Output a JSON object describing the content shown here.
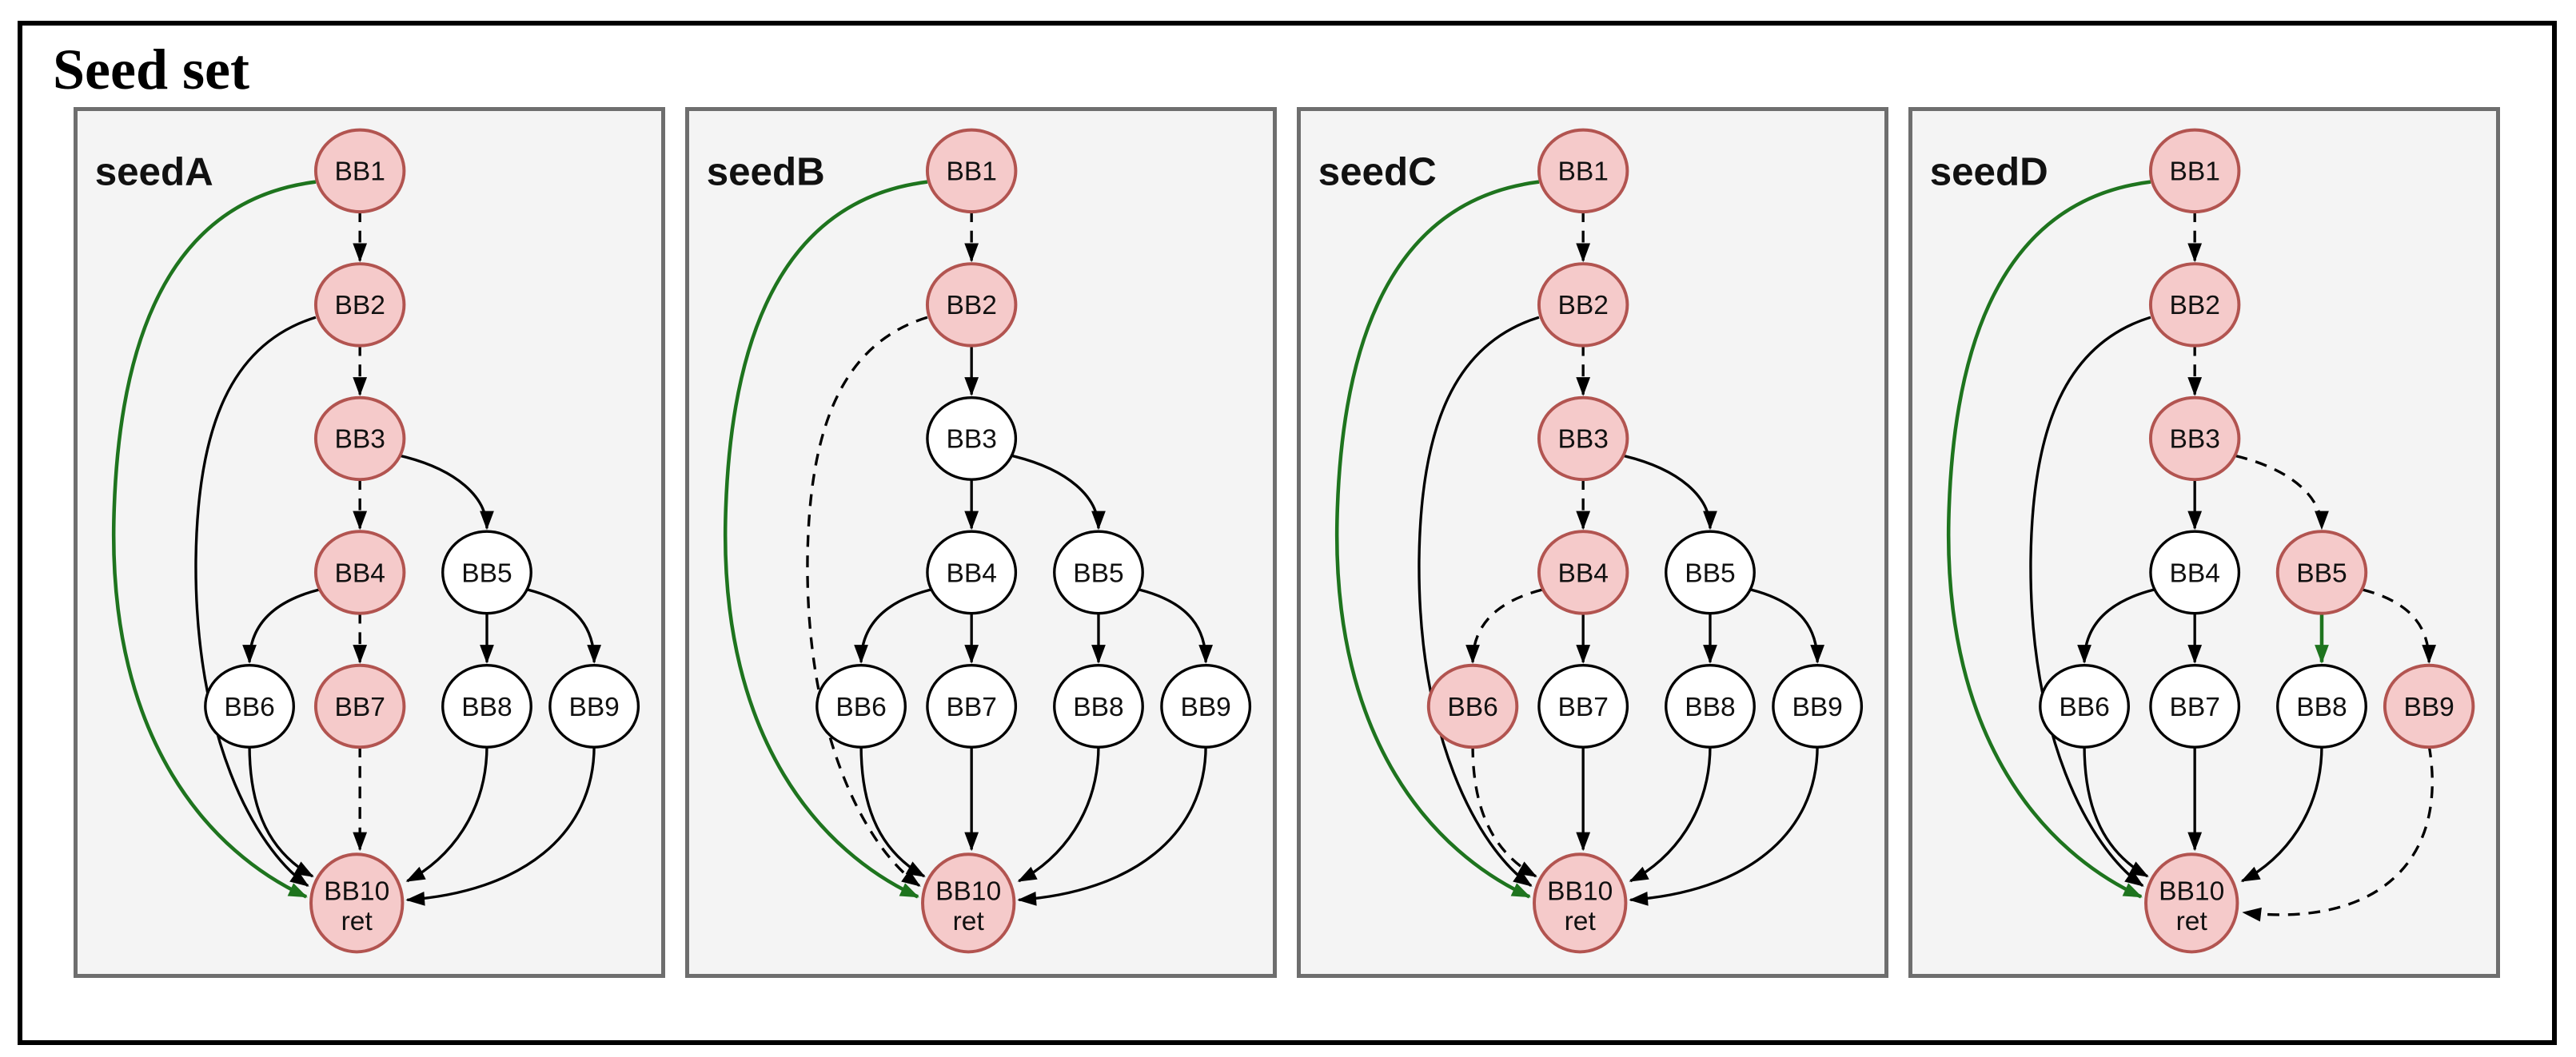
{
  "title": "Seed set",
  "colors": {
    "page_background": "#ffffff",
    "outer_border": "#000000",
    "panel_background": "#f4f4f4",
    "panel_border": "#6e6e6e",
    "seed_node_fill": "#f5caca",
    "seed_node_stroke": "#b25450",
    "plain_node_fill": "#ffffff",
    "plain_node_stroke": "#000000",
    "edge_black": "#000000",
    "edge_green": "#1e741e",
    "label_color": "#111111"
  },
  "graph": {
    "node_ids": [
      "BB1",
      "BB2",
      "BB3",
      "BB4",
      "BB5",
      "BB6",
      "BB7",
      "BB8",
      "BB9"
    ],
    "exit_node_id": "BB10",
    "exit_node_lines": [
      "BB10",
      "ret"
    ]
  },
  "panels": [
    {
      "label": "seedA",
      "seed_nodes": [
        "BB1",
        "BB2",
        "BB3",
        "BB4",
        "BB7",
        "BB10"
      ],
      "edges": [
        {
          "from": "BB1",
          "to": "BB2",
          "style": "dashed",
          "color": "black"
        },
        {
          "from": "BB2",
          "to": "BB3",
          "style": "dashed",
          "color": "black"
        },
        {
          "from": "BB3",
          "to": "BB4",
          "style": "dashed",
          "color": "black"
        },
        {
          "from": "BB3",
          "to": "BB5",
          "style": "solid",
          "color": "black"
        },
        {
          "from": "BB4",
          "to": "BB6",
          "style": "solid",
          "color": "black"
        },
        {
          "from": "BB4",
          "to": "BB7",
          "style": "dashed",
          "color": "black"
        },
        {
          "from": "BB5",
          "to": "BB8",
          "style": "solid",
          "color": "black"
        },
        {
          "from": "BB5",
          "to": "BB9",
          "style": "solid",
          "color": "black"
        },
        {
          "from": "BB6",
          "to": "BB10",
          "style": "solid",
          "color": "black"
        },
        {
          "from": "BB7",
          "to": "BB10",
          "style": "dashed",
          "color": "black"
        },
        {
          "from": "BB8",
          "to": "BB10",
          "style": "solid",
          "color": "black"
        },
        {
          "from": "BB9",
          "to": "BB10",
          "style": "solid",
          "color": "black"
        },
        {
          "from": "BB2",
          "to": "BB10",
          "style": "solid",
          "color": "black"
        },
        {
          "from": "BB1",
          "to": "BB10",
          "style": "solid",
          "color": "green"
        }
      ]
    },
    {
      "label": "seedB",
      "seed_nodes": [
        "BB1",
        "BB2",
        "BB10"
      ],
      "edges": [
        {
          "from": "BB1",
          "to": "BB2",
          "style": "dashed",
          "color": "black"
        },
        {
          "from": "BB2",
          "to": "BB3",
          "style": "solid",
          "color": "black"
        },
        {
          "from": "BB3",
          "to": "BB4",
          "style": "solid",
          "color": "black"
        },
        {
          "from": "BB3",
          "to": "BB5",
          "style": "solid",
          "color": "black"
        },
        {
          "from": "BB4",
          "to": "BB6",
          "style": "solid",
          "color": "black"
        },
        {
          "from": "BB4",
          "to": "BB7",
          "style": "solid",
          "color": "black"
        },
        {
          "from": "BB5",
          "to": "BB8",
          "style": "solid",
          "color": "black"
        },
        {
          "from": "BB5",
          "to": "BB9",
          "style": "solid",
          "color": "black"
        },
        {
          "from": "BB6",
          "to": "BB10",
          "style": "solid",
          "color": "black"
        },
        {
          "from": "BB7",
          "to": "BB10",
          "style": "solid",
          "color": "black"
        },
        {
          "from": "BB8",
          "to": "BB10",
          "style": "solid",
          "color": "black"
        },
        {
          "from": "BB9",
          "to": "BB10",
          "style": "solid",
          "color": "black"
        },
        {
          "from": "BB2",
          "to": "BB10",
          "style": "dashed",
          "color": "black"
        },
        {
          "from": "BB1",
          "to": "BB10",
          "style": "solid",
          "color": "green"
        }
      ]
    },
    {
      "label": "seedC",
      "seed_nodes": [
        "BB1",
        "BB2",
        "BB3",
        "BB4",
        "BB6",
        "BB10"
      ],
      "edges": [
        {
          "from": "BB1",
          "to": "BB2",
          "style": "dashed",
          "color": "black"
        },
        {
          "from": "BB2",
          "to": "BB3",
          "style": "dashed",
          "color": "black"
        },
        {
          "from": "BB3",
          "to": "BB4",
          "style": "dashed",
          "color": "black"
        },
        {
          "from": "BB3",
          "to": "BB5",
          "style": "solid",
          "color": "black"
        },
        {
          "from": "BB4",
          "to": "BB6",
          "style": "dashed",
          "color": "black"
        },
        {
          "from": "BB4",
          "to": "BB7",
          "style": "solid",
          "color": "black"
        },
        {
          "from": "BB5",
          "to": "BB8",
          "style": "solid",
          "color": "black"
        },
        {
          "from": "BB5",
          "to": "BB9",
          "style": "solid",
          "color": "black"
        },
        {
          "from": "BB6",
          "to": "BB10",
          "style": "dashed",
          "color": "black"
        },
        {
          "from": "BB7",
          "to": "BB10",
          "style": "solid",
          "color": "black"
        },
        {
          "from": "BB8",
          "to": "BB10",
          "style": "solid",
          "color": "black"
        },
        {
          "from": "BB9",
          "to": "BB10",
          "style": "solid",
          "color": "black"
        },
        {
          "from": "BB2",
          "to": "BB10",
          "style": "solid",
          "color": "black"
        },
        {
          "from": "BB1",
          "to": "BB10",
          "style": "solid",
          "color": "green"
        }
      ]
    },
    {
      "label": "seedD",
      "seed_nodes": [
        "BB1",
        "BB2",
        "BB3",
        "BB5",
        "BB9",
        "BB10"
      ],
      "edges": [
        {
          "from": "BB1",
          "to": "BB2",
          "style": "dashed",
          "color": "black"
        },
        {
          "from": "BB2",
          "to": "BB3",
          "style": "dashed",
          "color": "black"
        },
        {
          "from": "BB3",
          "to": "BB4",
          "style": "solid",
          "color": "black"
        },
        {
          "from": "BB3",
          "to": "BB5",
          "style": "dashed",
          "color": "black"
        },
        {
          "from": "BB4",
          "to": "BB6",
          "style": "solid",
          "color": "black"
        },
        {
          "from": "BB4",
          "to": "BB7",
          "style": "solid",
          "color": "black"
        },
        {
          "from": "BB5",
          "to": "BB8",
          "style": "solid",
          "color": "green"
        },
        {
          "from": "BB5",
          "to": "BB9",
          "style": "dashed",
          "color": "black"
        },
        {
          "from": "BB6",
          "to": "BB10",
          "style": "solid",
          "color": "black"
        },
        {
          "from": "BB7",
          "to": "BB10",
          "style": "solid",
          "color": "black"
        },
        {
          "from": "BB8",
          "to": "BB10",
          "style": "solid",
          "color": "black"
        },
        {
          "from": "BB9",
          "to": "BB10",
          "style": "dashed",
          "color": "black",
          "variant": "right-sweep"
        },
        {
          "from": "BB2",
          "to": "BB10",
          "style": "solid",
          "color": "black"
        },
        {
          "from": "BB1",
          "to": "BB10",
          "style": "solid",
          "color": "green"
        }
      ]
    }
  ]
}
